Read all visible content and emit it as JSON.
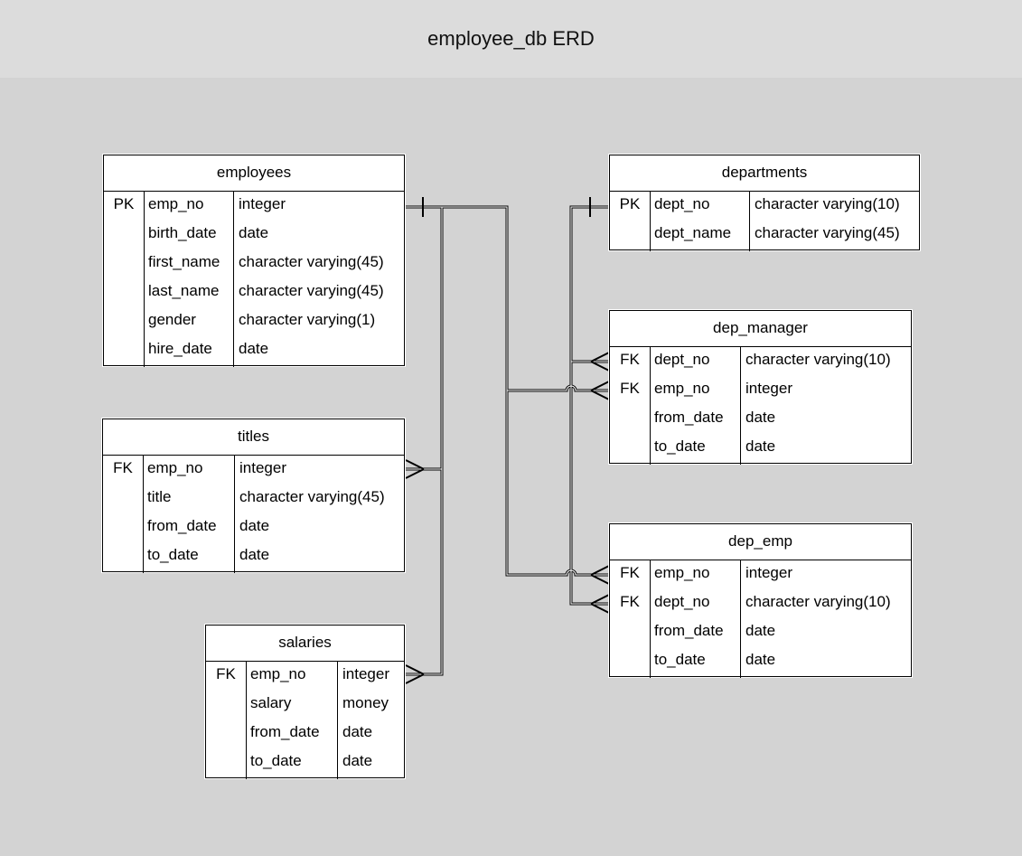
{
  "title": "employee_db ERD",
  "colors": {
    "line": "#000000",
    "entity_fill": "#ffffff",
    "background": "#d3d3d3",
    "header_fill": "#dcdcdc"
  },
  "entities": {
    "employees": {
      "name": "employees",
      "rows": [
        {
          "key": "PK",
          "field": "emp_no",
          "type": "integer"
        },
        {
          "key": "",
          "field": "birth_date",
          "type": "date"
        },
        {
          "key": "",
          "field": "first_name",
          "type": "character varying(45)"
        },
        {
          "key": "",
          "field": "last_name",
          "type": "character varying(45)"
        },
        {
          "key": "",
          "field": "gender",
          "type": "character varying(1)"
        },
        {
          "key": "",
          "field": "hire_date",
          "type": "date"
        }
      ]
    },
    "titles": {
      "name": "titles",
      "rows": [
        {
          "key": "FK",
          "field": "emp_no",
          "type": "integer"
        },
        {
          "key": "",
          "field": "title",
          "type": "character varying(45)"
        },
        {
          "key": "",
          "field": "from_date",
          "type": "date"
        },
        {
          "key": "",
          "field": "to_date",
          "type": "date"
        }
      ]
    },
    "salaries": {
      "name": "salaries",
      "rows": [
        {
          "key": "FK",
          "field": "emp_no",
          "type": "integer"
        },
        {
          "key": "",
          "field": "salary",
          "type": "money"
        },
        {
          "key": "",
          "field": "from_date",
          "type": "date"
        },
        {
          "key": "",
          "field": "to_date",
          "type": "date"
        }
      ]
    },
    "departments": {
      "name": "departments",
      "rows": [
        {
          "key": "PK",
          "field": "dept_no",
          "type": "character varying(10)"
        },
        {
          "key": "",
          "field": "dept_name",
          "type": "character varying(45)"
        }
      ]
    },
    "dep_manager": {
      "name": "dep_manager",
      "rows": [
        {
          "key": "FK",
          "field": "dept_no",
          "type": "character varying(10)"
        },
        {
          "key": "FK",
          "field": "emp_no",
          "type": "integer"
        },
        {
          "key": "",
          "field": "from_date",
          "type": "date"
        },
        {
          "key": "",
          "field": "to_date",
          "type": "date"
        }
      ]
    },
    "dep_emp": {
      "name": "dep_emp",
      "rows": [
        {
          "key": "FK",
          "field": "emp_no",
          "type": "integer"
        },
        {
          "key": "FK",
          "field": "dept_no",
          "type": "character varying(10)"
        },
        {
          "key": "",
          "field": "from_date",
          "type": "date"
        },
        {
          "key": "",
          "field": "to_date",
          "type": "date"
        }
      ]
    }
  },
  "relationships": [
    {
      "from": "employees.emp_no",
      "to": "titles.emp_no",
      "cardinality": "one-to-many"
    },
    {
      "from": "employees.emp_no",
      "to": "salaries.emp_no",
      "cardinality": "one-to-many"
    },
    {
      "from": "employees.emp_no",
      "to": "dep_manager.emp_no",
      "cardinality": "one-to-many"
    },
    {
      "from": "employees.emp_no",
      "to": "dep_emp.emp_no",
      "cardinality": "one-to-many"
    },
    {
      "from": "departments.dept_no",
      "to": "dep_manager.dept_no",
      "cardinality": "one-to-many"
    },
    {
      "from": "departments.dept_no",
      "to": "dep_emp.dept_no",
      "cardinality": "one-to-many"
    }
  ]
}
